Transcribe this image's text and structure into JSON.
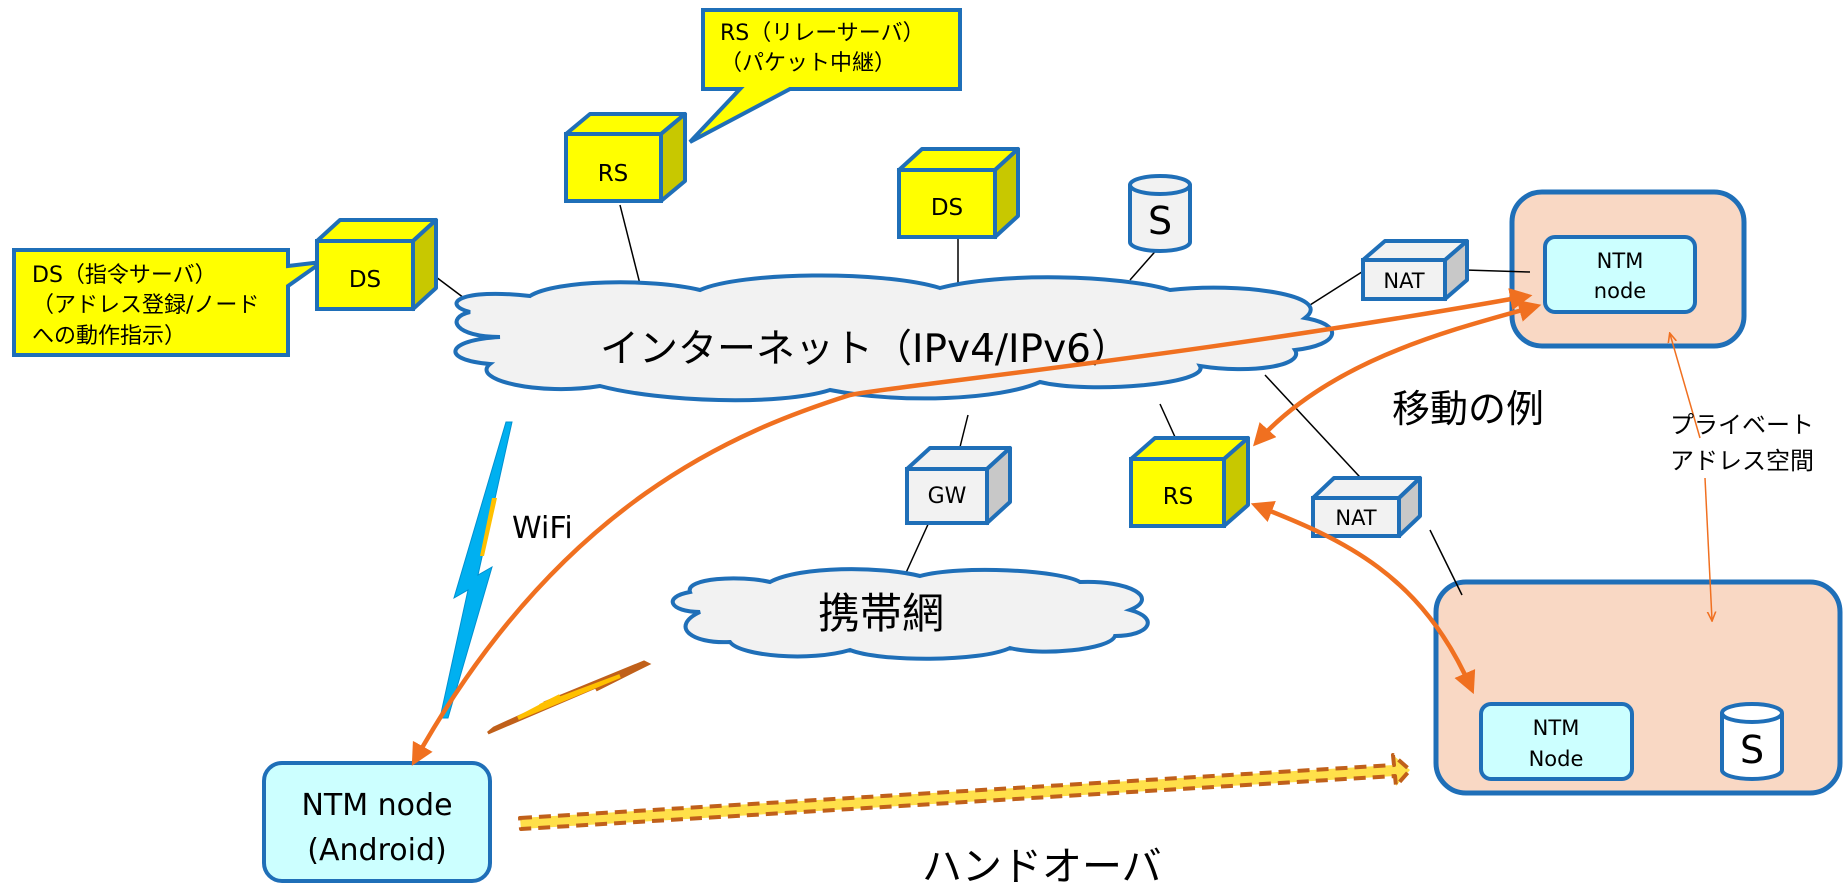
{
  "colors": {
    "box_stroke": "#1f6fb8",
    "server_fill": "#ffff00",
    "server_side": "#c8c800",
    "nat_fill": "#f2f2f2",
    "nat_side": "#c8c8c8",
    "node_fill": "#ccffff",
    "private_fill": "#f9d8c4",
    "cloud_fill": "#f2f2f2",
    "arrow": "#f07020",
    "wifi": "#00b0f0",
    "handover": "#ffe04a",
    "handover_border": "#c0601a"
  },
  "servers": {
    "rs_top": "RS",
    "ds_left": "DS",
    "ds_center": "DS",
    "rs_center": "RS",
    "gw": "GW",
    "nat_top": "NAT",
    "nat_bottom": "NAT"
  },
  "storage": {
    "top": "S",
    "bottom": "S"
  },
  "callouts": {
    "rs": [
      "RS（リレーサーバ）",
      "（パケット中継）"
    ],
    "ds": [
      "DS（指令サーバ）",
      "（アドレス登録/ノード",
      "への動作指示）"
    ]
  },
  "clouds": {
    "internet": "インターネット（IPv4/IPv6）",
    "mobile": "携帯網"
  },
  "nodes": {
    "top_right": [
      "NTM",
      "node"
    ],
    "bottom_right": [
      "NTM",
      "Node"
    ],
    "android": [
      "NTM node",
      "(Android)"
    ]
  },
  "labels": {
    "wifi": "WiFi",
    "move_example": "移動の例",
    "private_space": [
      "プライベート",
      "アドレス空間"
    ],
    "handover": "ハンドオーバ"
  }
}
